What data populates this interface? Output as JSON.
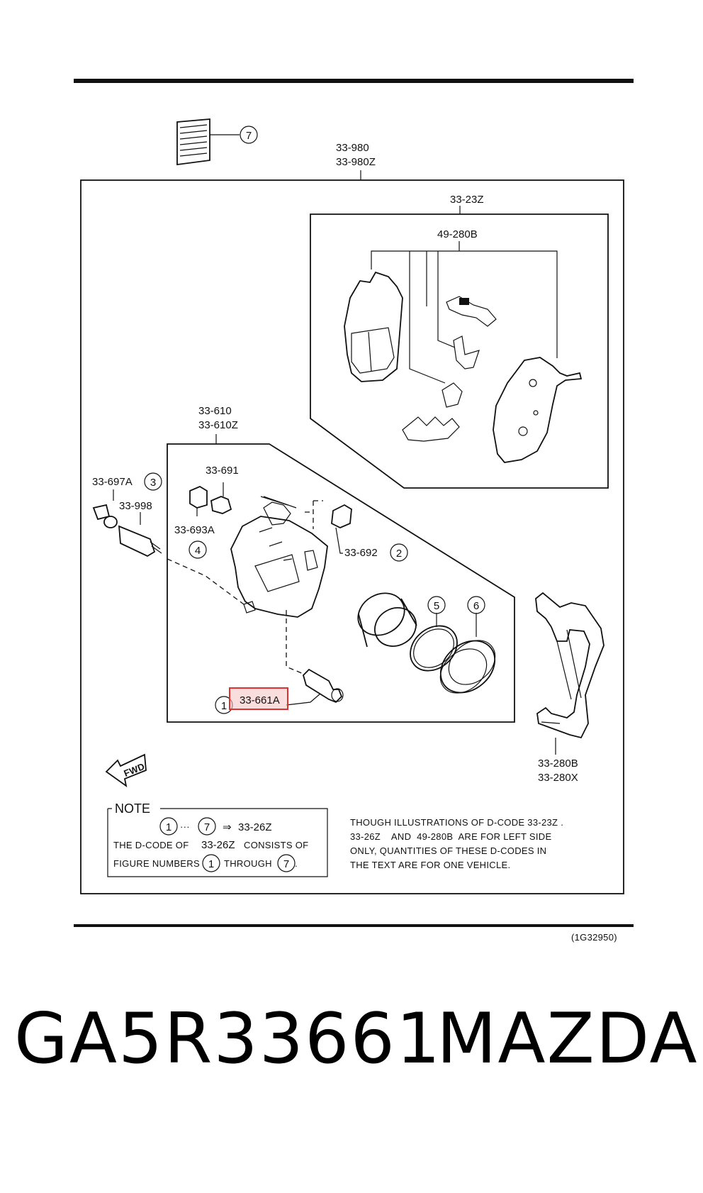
{
  "diagram": {
    "assembly_labels": {
      "caliper_set": [
        "33-980",
        "33-980Z"
      ],
      "pad_set": "33-23Z",
      "pad_kit": "49-280B",
      "caliper": [
        "33-610",
        "33-610Z"
      ],
      "bracket": [
        "33-280B",
        "33-280X"
      ]
    },
    "part_labels": {
      "p_33_697A": "33-697A",
      "p_33_998": "33-998",
      "p_33_691": "33-691",
      "p_33_693A": "33-693A",
      "p_33_692": "33-692",
      "p_33_661A": "33-661A"
    },
    "circled_numbers": {
      "n1": "1",
      "n2": "2",
      "n3": "3",
      "n4": "4",
      "n5": "5",
      "n6": "6",
      "n7": "7"
    },
    "fwd_label": "FWD",
    "highlight_color": "#e03030",
    "note": {
      "title": "NOTE",
      "arrow": "⇒",
      "ellipsis": "···",
      "target_code": "33-26Z",
      "line2_a": "THE D-CODE OF",
      "line2_code": "33-26Z",
      "line2_b": "CONSISTS OF",
      "line3_a": "FIGURE NUMBERS",
      "line3_b": "THROUGH",
      "line3_end": "."
    },
    "side_text": [
      "THOUGH ILLUSTRATIONS OF D-CODE 33-23Z .",
      "33-26Z    AND  49-280B  ARE FOR LEFT SIDE",
      "ONLY, QUANTITIES OF THESE D-CODES IN",
      "THE TEXT ARE FOR ONE VEHICLE."
    ],
    "figure_code": "(1G32950)"
  },
  "footer": {
    "part_number": "GA5R33661",
    "brand": "MAZDA"
  }
}
